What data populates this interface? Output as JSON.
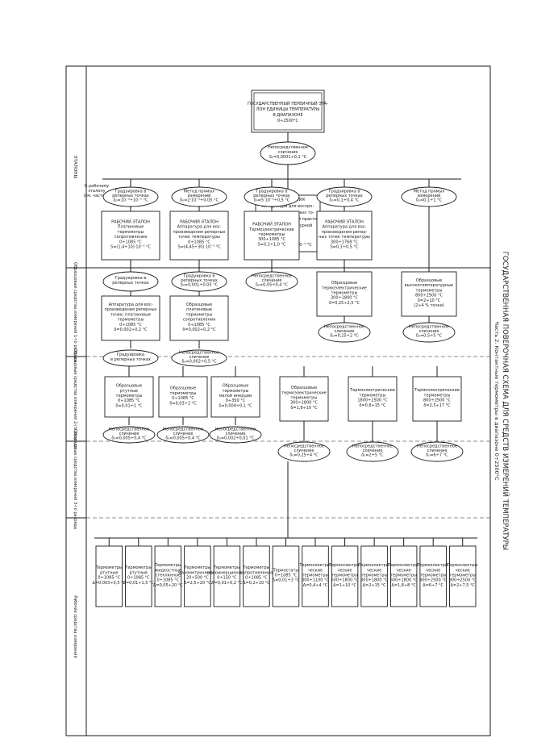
{
  "header": {
    "title": "ГОСУДАРСТВЕННАЯ ПОВЕРОЧНАЯ СХЕМА ДЛЯ СРЕДСТВ ИЗМЕРЕНИЙ ТЕМПЕРАТУРЫ",
    "subtitle": "Часть 2. Контактные термометры в диапазоне 0÷2500°С"
  },
  "levels": {
    "etalons": "ЭТАЛОНЫ",
    "obr1": "Образцовые средства измерений 1-го разряда",
    "obr2": "Образцовые средства измерений 2-го разряда",
    "obr3": "Образцовые средства измерений 3-го разряда",
    "work": "Рабочие средства измерений"
  },
  "primary": {
    "lines": [
      "ГОСУДАРСТВЕННЫЙ ПЕРВИЧНЫЙ ЭТА-",
      "ЛОН ЕДИНИЦЫ ТЕМПЕРАТУРЫ",
      "В ДИАПАЗОНЕ",
      "0÷2500°С"
    ],
    "method": [
      "Непосредственное",
      "сличение",
      "S₀=0,0001÷0,1 °С"
    ]
  },
  "copy_etalon": {
    "lines": [
      "ЭТАЛОН-КОПИЯ",
      "Аппаратура для воспро-",
      "изведения реперных то-",
      "чек международной практи-",
      "ческой температурной",
      "шкалы",
      "0÷1768 °С",
      "S=(4,25÷5000)·10⁻³ °С"
    ]
  },
  "ref_note": [
    "К рабочему",
    "эталону",
    "(см. часть 1)"
  ],
  "left_branches": [
    {
      "method": [
        "Градуировка в",
        "реперных точках",
        "δ₀=10⁻³÷10⁻² °С"
      ],
      "etalon": [
        "РАБОЧИЙ ЭТАЛОН",
        "Платиновые",
        "термометры",
        "сопротивления",
        "0÷1085 °С",
        "S=(1,4÷10)·10⁻³ °С"
      ],
      "method2": [
        "Градуировка в",
        "реперных точках"
      ],
      "obr1": [
        "Аппаратура для вос-",
        "произведения реперных",
        "точек; платиновые",
        "термометры",
        "0÷1085 °С",
        "δ=0,002÷0,2 °С"
      ],
      "method3": [
        "Градуировка",
        "в реперных точках"
      ]
    },
    {
      "method": [
        "Метод прямых",
        "измерений",
        "δ₀=2·10⁻³÷0,05 °С"
      ],
      "etalon": [
        "РАБОЧИЙ ЭТАЛОН",
        "Аппаратура для вос-",
        "произведения реперных",
        "точек температуры",
        "0÷1085 °С",
        "S=(4,45÷30)·10⁻³ °С"
      ],
      "method2": [
        "Градуировка в",
        "реперных точках",
        "δ₀=0,001÷0,05 °С"
      ],
      "obr1": [
        "Образцовые",
        "платиновые",
        "термометры",
        "сопротивления",
        "0÷1085 °С",
        "δ=0,002÷0,2 °С"
      ],
      "method3": [
        "Непосредственное",
        "сличение",
        "δ₀=0,002÷0,5 °С"
      ]
    }
  ],
  "obr2_left": [
    {
      "lines": [
        "Образцовые",
        "ртутные",
        "термометры",
        "0÷1085 °С",
        "δ=0,01÷1 °С"
      ],
      "method": [
        "Непосредственное",
        "сличение",
        "δ₀=0,005÷0,4 °С"
      ]
    },
    {
      "lines": [
        "Образцовые",
        "термометры",
        "0÷1085 °С",
        "δ=0,03÷2 °С"
      ],
      "method": [
        "Непосредственное",
        "сличение",
        "δ₀=0,005÷0,4 °С"
      ]
    },
    {
      "lines": [
        "Образцовые",
        "термометры",
        "малой инерции",
        "0÷350 °С",
        "δ=0,004÷0,1 °С"
      ],
      "method": [
        "Непосредственное",
        "сличение",
        "δ₀=0,002÷0,01 °С"
      ]
    }
  ],
  "right_branches": [
    {
      "method": [
        "Градуировка в",
        "реперных точках",
        "δ₀=5·10⁻³÷0,5 °С"
      ],
      "etalon": [
        "РАБОЧИЙ ЭТАЛОН",
        "Термоэлектрические",
        "термометры",
        "300÷1085 °С",
        "S=0,1÷1,0 °С"
      ],
      "method2": [
        "Непосредственное",
        "сличение",
        "δ₀=0,05÷0,4 °С"
      ]
    },
    {
      "method": [
        "Градуировка в",
        "реперных точках",
        "δ₀=0,1÷0,4 °С"
      ],
      "etalon": [
        "РАБОЧИЙ ЭТАЛОН",
        "Аппаратура для вос-",
        "произведения репер-",
        "ных точек температуры",
        "300÷1768 °С",
        "S=0,1÷0,5 °С"
      ],
      "obr1": [
        "Образцовые",
        "термоэлектрические",
        "термометры",
        "300÷1800 °С",
        "δ=0,25÷2,5 °С"
      ],
      "method2": [
        "Непосредственное",
        "сличение",
        "δ₀=0,25÷2 °С"
      ]
    },
    {
      "method": [
        "Метод прямых",
        "измерений",
        "δ₀=0,1÷1 °С"
      ],
      "obr1": [
        "Образцовые",
        "высокотемпературные",
        "термометры",
        "800÷2500 °С",
        "δ=2÷10 °С",
        "(2÷4 % точки)"
      ],
      "method2": [
        "Непосредственное",
        "сличение",
        "δ₀=0,5÷5 °С"
      ]
    }
  ],
  "obr2_right": [
    {
      "lines": [
        "Образцовые",
        "термоэлектрические",
        "термометры",
        "300÷1800 °С",
        "δ=1,8÷10 °С"
      ],
      "method": [
        "Непосредственное",
        "сличение",
        "δ₀=0,25÷4 °С"
      ]
    },
    {
      "lines": [
        "Термоэлектрические",
        "термометры",
        "1800÷2500 °С",
        "δ=0,8÷15 °С"
      ],
      "method": [
        "Непосредственное",
        "сличение",
        "δ₀=2÷5 °С"
      ]
    },
    {
      "lines": [
        "Термоэлектрические",
        "термометры",
        "800÷2500 °С",
        "δ=2,5÷17 °С"
      ],
      "method": [
        "Непосредственное",
        "сличение",
        "δ₀=6÷7 °С"
      ]
    }
  ],
  "work": [
    [
      "Термометры",
      "ртутные",
      "0÷1085 °С",
      "Δ=0,003÷0,5 °С"
    ],
    [
      "Термометры",
      "ртутные",
      "0÷1085 °С",
      "Δ=0,01÷1,5 °С"
    ],
    [
      "Термометры",
      "жидкостные",
      "стеклянные",
      "0÷1085 °С",
      "Δ=0,05÷20 °С"
    ],
    [
      "Термометры",
      "манометрические",
      "20÷500 °С",
      "Δ=2,5÷20 °С"
    ],
    [
      "Термометры",
      "малоинерционные",
      "0÷150 °С",
      "Δ=0,01÷0,2 °С"
    ],
    [
      "Термометры",
      "сопротивления",
      "0÷1085 °С",
      "Δ=0,2÷10 °С"
    ],
    [
      "Термостаты",
      "0÷1085 °С",
      "Δ=0,01÷3 °С"
    ],
    [
      "Термоэлектри-",
      "ческие",
      "термометры",
      "300÷1100 °С",
      "Δ=0,4÷4 °С"
    ],
    [
      "Термоэлектри-",
      "ческие",
      "термометры",
      "600÷1800 °С",
      "Δ=1÷10 °С"
    ],
    [
      "Термоэлектри-",
      "ческие",
      "термометры",
      "300÷1800 °С",
      "Δ=2÷15 °С"
    ],
    [
      "Термоэлектри-",
      "ческие",
      "термометры",
      "600÷1800 °С",
      "Δ=1,8÷8 °С"
    ],
    [
      "Термоэлектри-",
      "ческие",
      "термометры",
      "900÷2500 °С",
      "Δ=6÷7 °С"
    ],
    [
      "Термоэлектри-",
      "ческие",
      "термометры",
      "900÷2500 °С",
      "Δ=2÷7,5 °С"
    ]
  ]
}
